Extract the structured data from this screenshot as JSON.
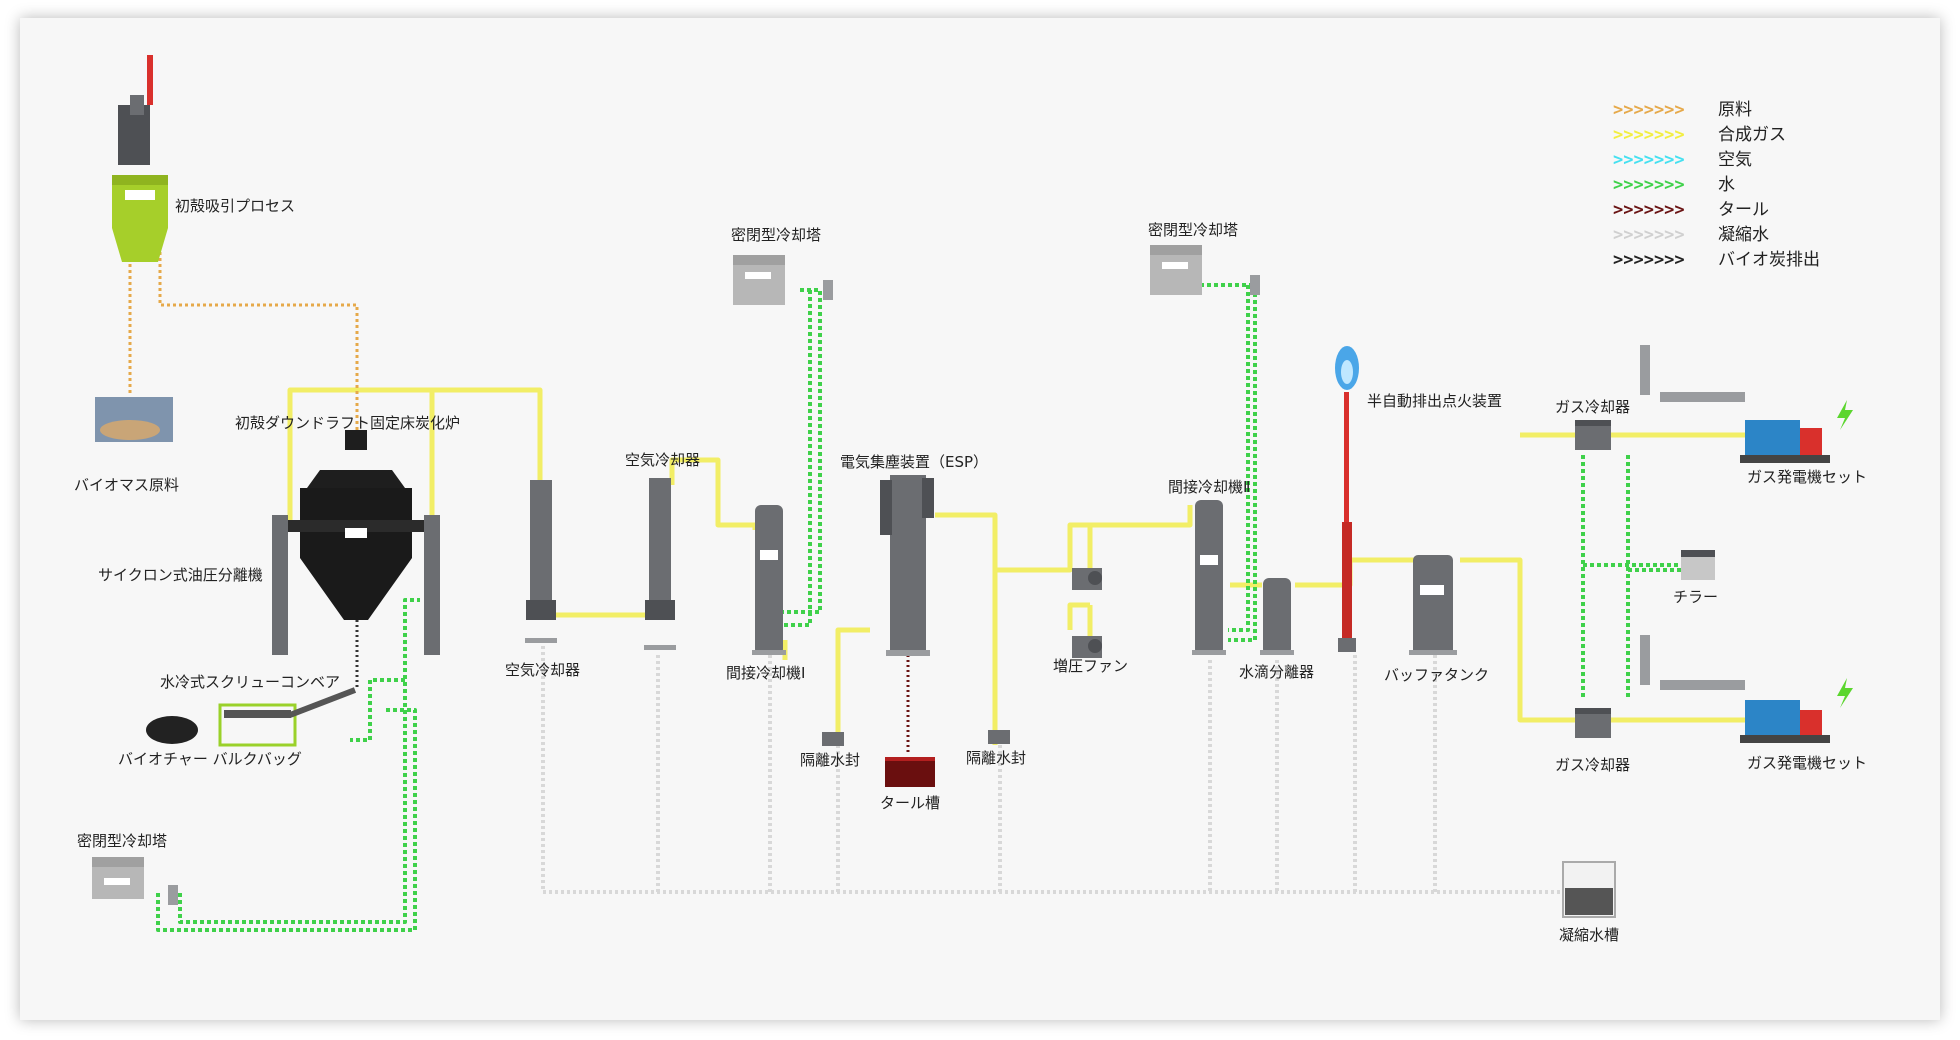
{
  "labels": {
    "husk_suction": "初殻吸引プロセス",
    "biomass": "バイオマス原料",
    "gasifier": "初殻ダウンドラフト固定床炭化炉",
    "cyclone": "サイクロン式油圧分離機",
    "screw_conveyor": "水冷式スクリューコンベア",
    "biochar_bag": "バイオチャー バルクバッグ",
    "cooling_tower_left": "密閉型冷却塔",
    "air_cooler_1": "空気冷却器",
    "air_cooler_2": "空気冷却器",
    "cooling_tower_mid": "密閉型冷却塔",
    "indirect_cooler_1": "間接冷却機Ⅰ",
    "esp": "電気集塵装置（ESP）",
    "water_seal_1": "隔離水封",
    "tar_tank": "タール槽",
    "water_seal_2": "隔離水封",
    "booster_fan": "増圧ファン",
    "cooling_tower_right": "密閉型冷却塔",
    "indirect_cooler_2": "間接冷却機Ⅱ",
    "water_separator": "水滴分離器",
    "flare": "半自動排出点火装置",
    "buffer_tank": "バッファタンク",
    "gas_cooler_top": "ガス冷却器",
    "gas_cooler_bottom": "ガス冷却器",
    "genset_top": "ガス発電機セット",
    "genset_bottom": "ガス発電機セット",
    "chiller": "チラー",
    "condensate_tank": "凝縮水槽"
  },
  "legend": [
    {
      "chevrons": ">>>>>>>",
      "label": "原料",
      "color": "#e6a94a"
    },
    {
      "chevrons": ">>>>>>>",
      "label": "合成ガス",
      "color": "#f2ee40"
    },
    {
      "chevrons": ">>>>>>>",
      "label": "空気",
      "color": "#45e0f0"
    },
    {
      "chevrons": ">>>>>>>",
      "label": "水",
      "color": "#3fd14a"
    },
    {
      "chevrons": ">>>>>>>",
      "label": "タール",
      "color": "#6a1414"
    },
    {
      "chevrons": ">>>>>>>",
      "label": "凝縮水",
      "color": "#d0d0d0"
    },
    {
      "chevrons": ">>>>>>>",
      "label": "バイオ炭排出",
      "color": "#222222"
    }
  ],
  "colors": {
    "brand_green": "#a6cf2a",
    "flare_red": "#d9302c",
    "frame_bg": "#f7f7f7"
  }
}
